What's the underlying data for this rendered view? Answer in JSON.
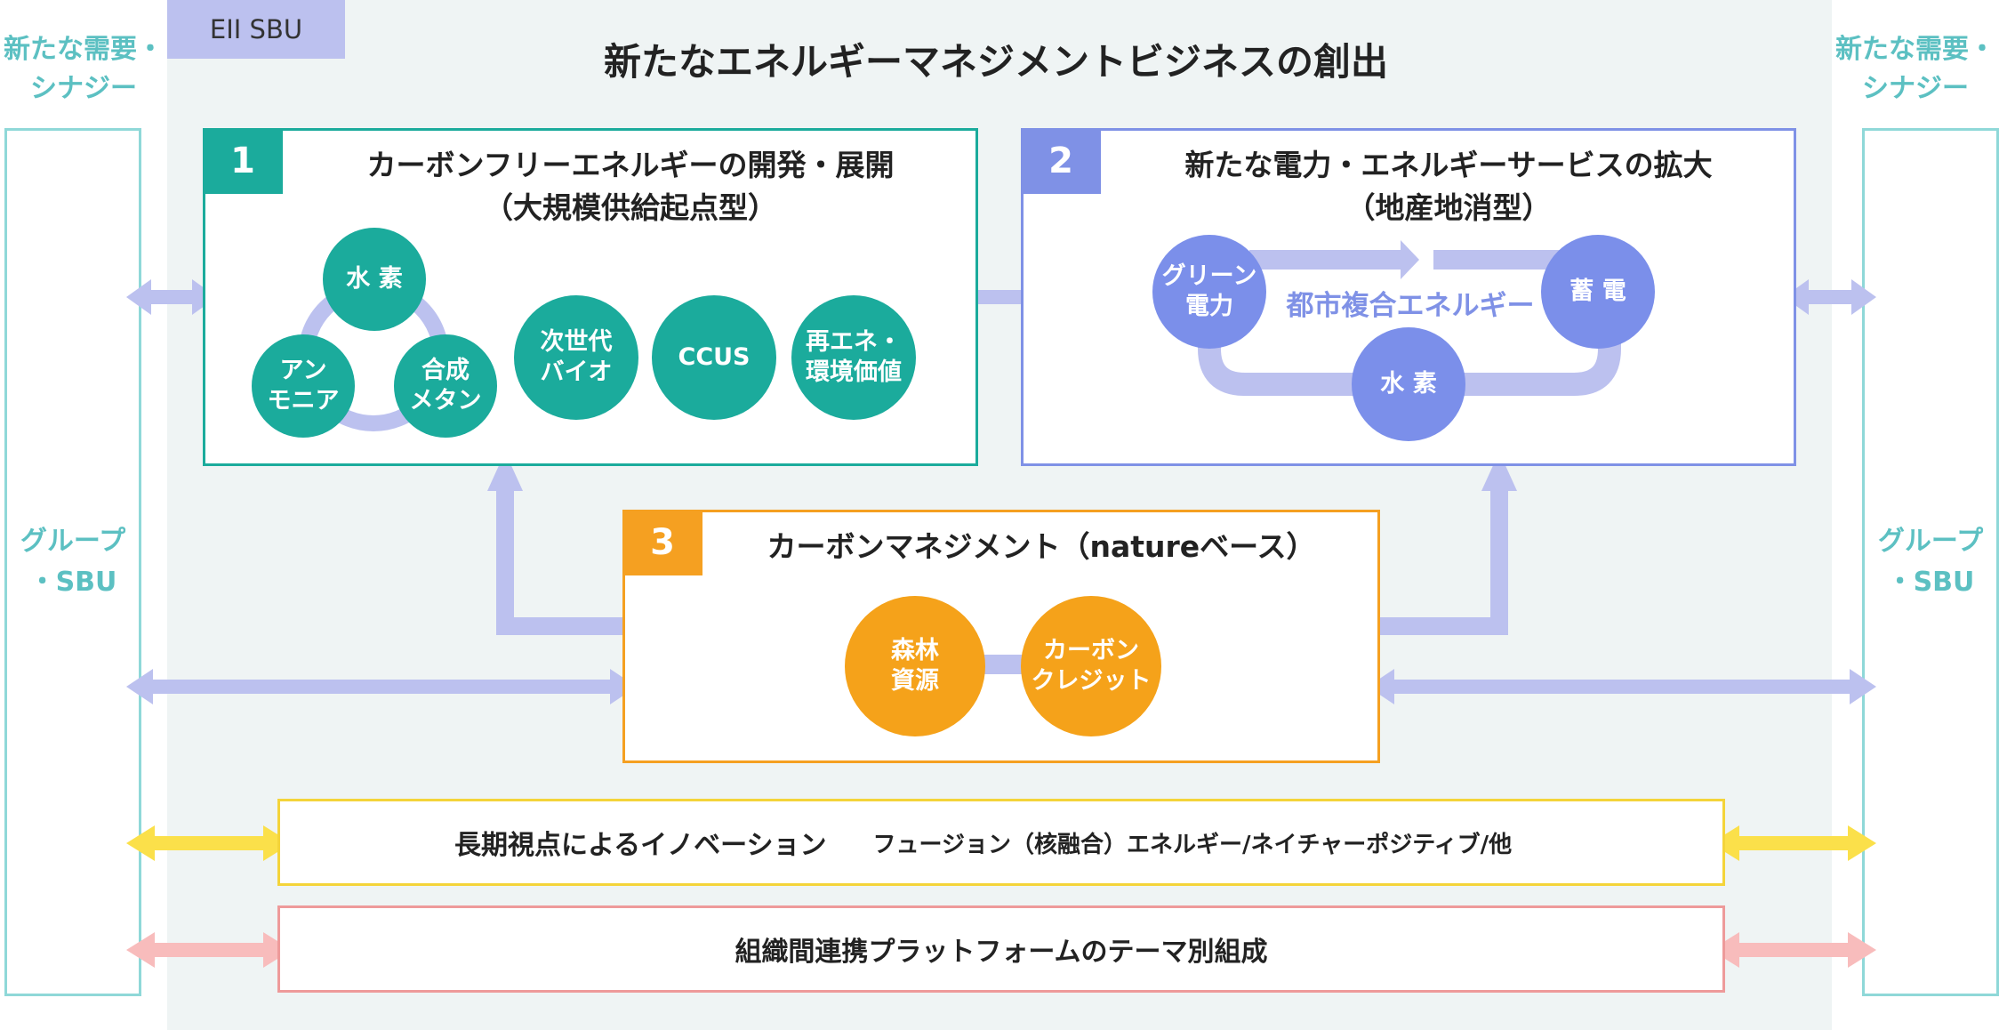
{
  "header": {
    "tag": "EII SBU",
    "title": "新たなエネルギーマネジメントビジネスの創出"
  },
  "sides": {
    "top_line1": "新たな需要・",
    "top_line2": "シナジー",
    "mid_line1": "グループ",
    "mid_line2": "・SBU"
  },
  "box1": {
    "number": "1",
    "title_line1": "カーボンフリーエネルギーの開発・展開",
    "title_line2": "（大規模供給起点型）",
    "circles": {
      "hydrogen": "水 素",
      "ammonia_l1": "アン",
      "ammonia_l2": "モニア",
      "synth_l1": "合成",
      "synth_l2": "メタン",
      "bio_l1": "次世代",
      "bio_l2": "バイオ",
      "ccus": "CCUS",
      "renew_l1": "再エネ・",
      "renew_l2": "環境価値"
    }
  },
  "box2": {
    "number": "2",
    "title_line1": "新たな電力・エネルギーサービスの拡大",
    "title_line2": "（地産地消型）",
    "circles": {
      "green_l1": "グリーン",
      "green_l2": "電力",
      "storage": "蓄 電",
      "hydrogen": "水 素"
    },
    "center_label": "都市複合エネルギー"
  },
  "box3": {
    "number": "3",
    "title": "カーボンマネジメント（natureベース）",
    "circles": {
      "forest_l1": "森林",
      "forest_l2": "資源",
      "credit_l1": "カーボン",
      "credit_l2": "クレジット"
    }
  },
  "bands": {
    "innovation_title": "長期視点によるイノベーション",
    "innovation_sub": "フュージョン（核融合）エネルギー/ネイチャーポジティブ/他",
    "platform_title": "組織間連携プラットフォームのテーマ別組成"
  },
  "colors": {
    "teal": "#1bab9c",
    "blue": "#7f91e6",
    "orange": "#f5a021",
    "arrow_lavender": "#bcc1ef",
    "arrow_yellow": "#fbe04a",
    "arrow_pink": "#f8bcbc",
    "side_text": "#5cc0c2"
  }
}
